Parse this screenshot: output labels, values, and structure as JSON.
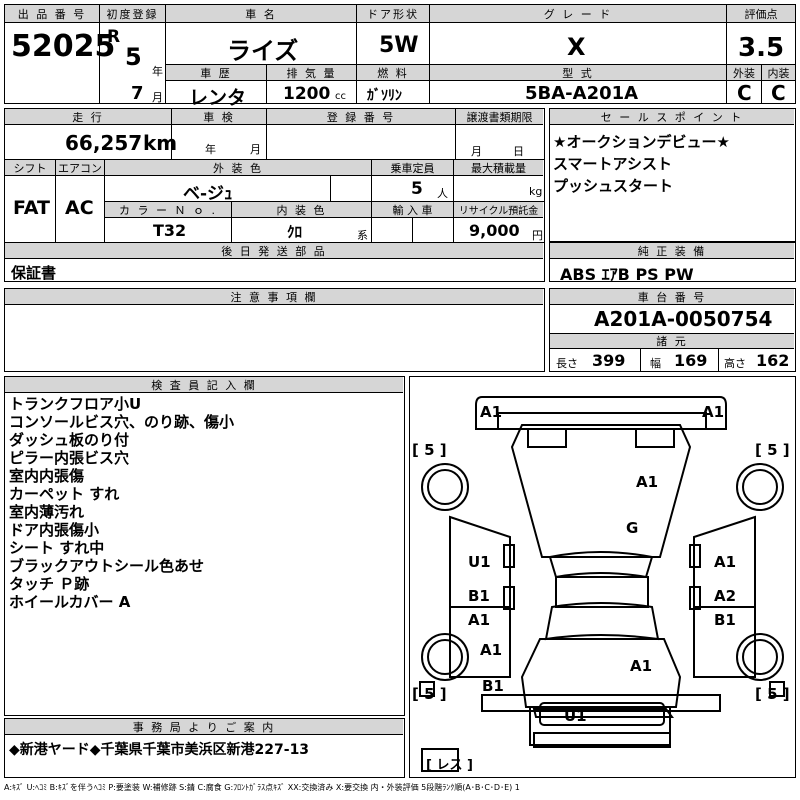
{
  "row1": {
    "lot_label": "出 品 番 号",
    "lot": "52025",
    "reg_label": "初度登録",
    "era": "R",
    "year": "5",
    "year_unit": "年",
    "month": "7",
    "month_unit": "月",
    "name_label": "車 名",
    "name": "ライズ",
    "door_label": "ドア形状",
    "door": "5W",
    "grade_label": "グ レ ー ド",
    "grade": "X",
    "score_label": "評価点",
    "score": "3.5",
    "history_label": "車 歴",
    "history": "レンタ",
    "disp_label": "排 気 量",
    "disp": "1200",
    "disp_unit": "cc",
    "fuel_label": "燃 料",
    "fuel": "ｶﾞｿﾘﾝ",
    "model_label": "型 式",
    "model": "5BA-A201A",
    "ext_label": "外装",
    "ext": "C",
    "int_label": "内装",
    "int": "C"
  },
  "row2": {
    "mileage_label": "走 行",
    "mileage": "66,257",
    "mileage_unit": "km",
    "inspect_label": "車 検",
    "inspect_year": "年",
    "inspect_month": "月",
    "regno_label": "登 録 番 号",
    "transfer_label": "譲渡書類期限",
    "transfer_month": "月",
    "transfer_day": "日",
    "shift_label": "シフト",
    "shift": "FAT",
    "ac_label": "エアコン",
    "ac": "AC",
    "color_label": "外 装 色",
    "color": "ベ-ジｭ",
    "cap_label": "乗車定員",
    "cap": "5",
    "cap_unit": "人",
    "load_label": "最大積載量",
    "load_unit": "kg",
    "colorno_label": "カ ラ ー Ｎ ｏ .",
    "colorno": "T32",
    "intcolor_label": "内 装 色",
    "intcolor": "ｸﾛ",
    "intcolor_unit": "系",
    "import_label": "輸 入 車",
    "recycle_label": "リサイクル預託金",
    "recycle": "9,000",
    "recycle_unit": "円",
    "later_label": "後 日 発 送 部 品",
    "later": "保証書"
  },
  "sales": {
    "label": "セ ー ル ス ポ イ ン ト",
    "lines": [
      "★オークションデビュー★",
      "スマートアシスト",
      "プッシュスタート"
    ]
  },
  "equip": {
    "label": "純 正 装 備",
    "value": "ABS ｴｱB PS PW"
  },
  "notes": {
    "label": "注 意 事 項 欄"
  },
  "chassis": {
    "label": "車 台 番 号",
    "value": "A201A-0050754"
  },
  "dims": {
    "label": "諸 元",
    "len_label": "長さ",
    "len": "399",
    "wid_label": "幅",
    "wid": "169",
    "hgt_label": "高さ",
    "hgt": "162"
  },
  "inspector": {
    "label": "検 査 員 記 入 欄",
    "lines": [
      "トランクフロア小U",
      "コンソールビス穴、のり跡、傷小",
      "ダッシュ板のり付",
      "ピラー内張ビス穴",
      "室内内張傷",
      "カーペット すれ",
      "室内薄汚れ",
      "ドア内張傷小",
      "シート すれ中",
      "ブラックアウトシール色あせ",
      "タッチ Ｐ跡",
      "ホイールカバー A"
    ]
  },
  "office": {
    "label": "事 務 局 よ り ご 案 内",
    "value": "◆新港ヤード◆千葉県千葉市美浜区新港227-13"
  },
  "diagram": {
    "tires": [
      "[ 5 ]",
      "[ 5 ]",
      "[ 5 ]",
      "[ 5 ]"
    ],
    "spare": "[ レス ]",
    "marks": [
      "A1",
      "A1",
      "A1",
      "G",
      "U1",
      "A1",
      "B1",
      "A2",
      "A1",
      "B1",
      "A1",
      "A1",
      "B1",
      "U1"
    ]
  },
  "legend": "A:ｷｽﾞ U:ﾍｺﾐ B:ｷｽﾞを伴うﾍｺﾐ P:要塗装 W:補修跡 S:錆 C:腐食 G:ﾌﾛﾝﾄｶﾞﾗｽ点ｷｽﾞ XX:交換済み X:要交換 内・外装評価 5段階ﾗﾝｸ順(A･B･C･D･E) 1"
}
